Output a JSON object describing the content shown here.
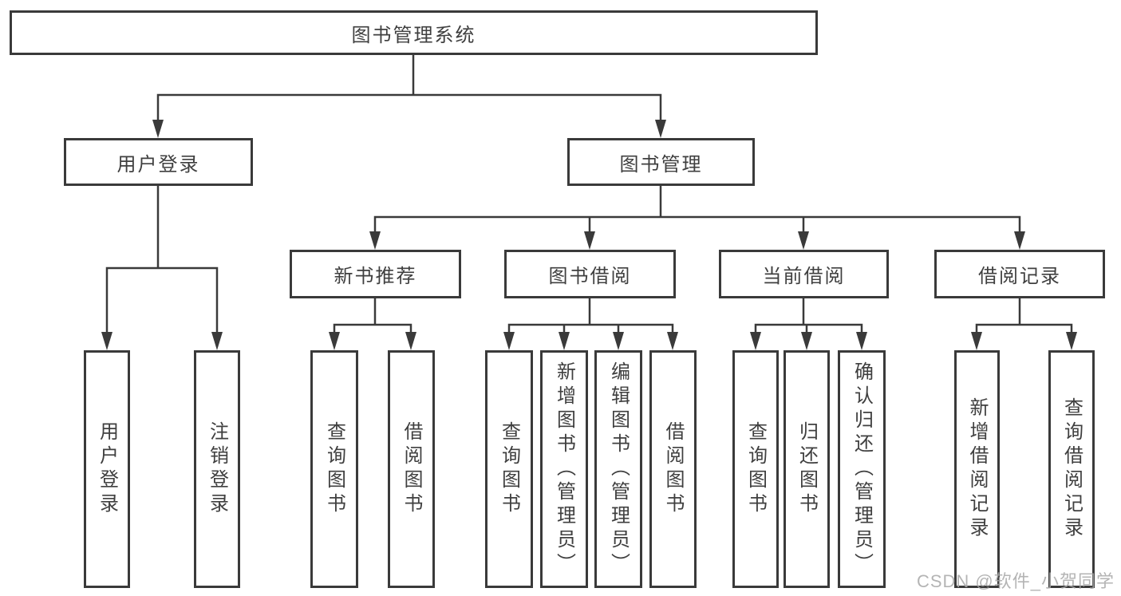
{
  "diagram": {
    "root": {
      "label": "图书管理系统",
      "children": [
        {
          "label": "用户登录",
          "children": [
            {
              "label": "用户登录"
            },
            {
              "label": "注销登录"
            }
          ]
        },
        {
          "label": "图书管理",
          "children": [
            {
              "label": "新书推荐",
              "children": [
                {
                  "label": "查询图书"
                },
                {
                  "label": "借阅图书"
                }
              ]
            },
            {
              "label": "图书借阅",
              "children": [
                {
                  "label": "查询图书"
                },
                {
                  "label": "新增图书（管理员）"
                },
                {
                  "label": "编辑图书（管理员）"
                },
                {
                  "label": "借阅图书"
                }
              ]
            },
            {
              "label": "当前借阅",
              "children": [
                {
                  "label": "查询图书"
                },
                {
                  "label": "归还图书"
                },
                {
                  "label": "确认归还（管理员）"
                }
              ]
            },
            {
              "label": "借阅记录",
              "children": [
                {
                  "label": "新增借阅记录"
                },
                {
                  "label": "查询借阅记录"
                }
              ]
            }
          ]
        }
      ]
    }
  },
  "watermark": {
    "text": "CSDN @软件_小贺同学",
    "color": "#a8a8a8"
  },
  "colors": {
    "line": "#3a3a3a",
    "text": "#3f3f3f",
    "box_border": "#3a3a3a",
    "background": "#ffffff"
  }
}
